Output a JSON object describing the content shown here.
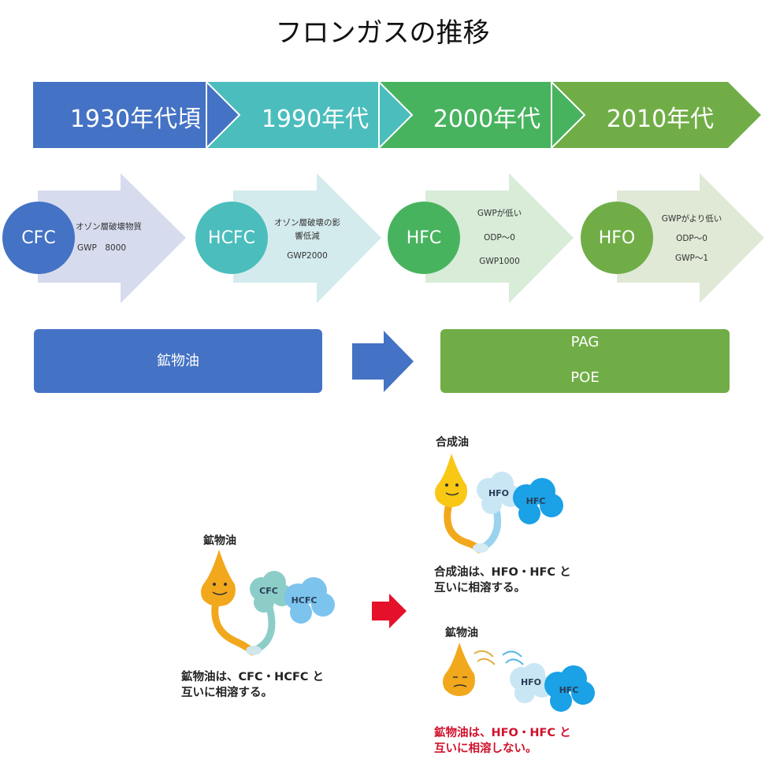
{
  "title": "フロンガスの推移",
  "eras": [
    "1930年代頃",
    "1990年代",
    "2000年代",
    "2010年代"
  ],
  "generations": [
    {
      "name": "CFC",
      "lines": [
        "オゾン層破壊物質",
        "GWP　8000"
      ]
    },
    {
      "name": "HCFC",
      "lines": [
        "オゾン層破壊の影",
        "響低減",
        "GWP2000"
      ]
    },
    {
      "name": "HFC",
      "lines": [
        "GWPが低い",
        "ODP～0",
        "GWP1000"
      ]
    },
    {
      "name": "HFO",
      "lines": [
        "GWPがより低い",
        "ODP～0",
        "GWP～1"
      ]
    }
  ],
  "oils": {
    "mineral": "鉱物油",
    "synthetic": [
      "PAG",
      "POE"
    ]
  },
  "illustrations": {
    "left": {
      "label": "鉱物油",
      "clouds": [
        "CFC",
        "HCFC"
      ],
      "caption": [
        "鉱物油は、CFC・HCFC と",
        "互いに相溶する。"
      ]
    },
    "right_top": {
      "label": "合成油",
      "clouds": [
        "HFO",
        "HFC"
      ],
      "caption": [
        "合成油は、HFO・HFC と",
        "互いに相溶する。"
      ]
    },
    "right_bottom": {
      "label": "鉱物油",
      "clouds": [
        "HFO",
        "HFC"
      ],
      "caption": [
        "鉱物油は、HFO・HFC と",
        "互いに相溶しない。"
      ]
    }
  },
  "colors": {
    "blue": "#4472c4",
    "teal": "#4bbdbd",
    "green": "#48b35e",
    "olive": "#70ad47",
    "red": "#e5102a",
    "drop": "#f2a81c"
  }
}
